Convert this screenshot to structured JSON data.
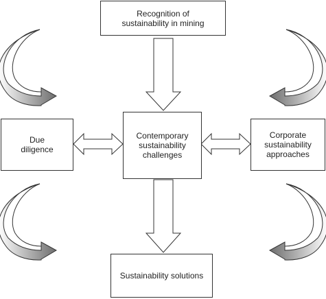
{
  "nodes": {
    "recognition": "Recognition of\nsustainability in mining",
    "challenges": "Contemporary\nsustainability\nchallenges",
    "due_diligence": "Due\ndiligence",
    "corporate": "Corporate\nsustainability\napproaches",
    "solutions": "Sustainability solutions"
  },
  "colors": {
    "stroke": "#333333",
    "curve_fill_light": "#ffffff",
    "curve_fill_dark": "#8a8a8a"
  }
}
